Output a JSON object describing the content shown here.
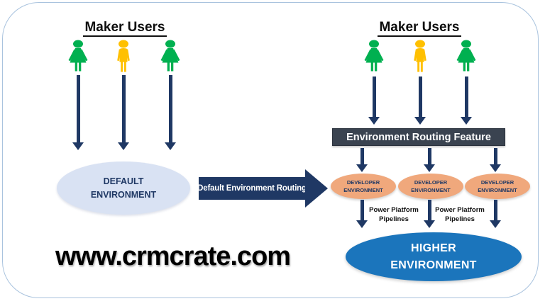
{
  "left_panel": {
    "title": "Maker Users",
    "users": [
      {
        "icon": "female-user-icon",
        "color": "#00B050"
      },
      {
        "icon": "male-user-icon",
        "color": "#FFC000"
      },
      {
        "icon": "female-user-icon",
        "color": "#00B050"
      }
    ],
    "environment_label": "DEFAULT ENVIRONMENT"
  },
  "transition_arrow": {
    "label": "Default Environment Routing"
  },
  "right_panel": {
    "title": "Maker Users",
    "users": [
      {
        "icon": "female-user-icon",
        "color": "#00B050"
      },
      {
        "icon": "male-user-icon",
        "color": "#FFC000"
      },
      {
        "icon": "female-user-icon",
        "color": "#00B050"
      }
    ],
    "routing_bar_label": "Environment Routing Feature",
    "developer_environments": [
      "DEVELOPER ENVIRONMENT",
      "DEVELOPER ENVIRONMENT",
      "DEVELOPER ENVIRONMENT"
    ],
    "pipeline_labels": [
      "Power Platform Pipelines",
      "Power Platform Pipelines"
    ],
    "higher_environment_label": "HIGHER ENVIRONMENT"
  },
  "watermark": {
    "text": "www.crmcrate.com"
  },
  "colors": {
    "arrow_navy": "#1F3864",
    "user_green": "#00B050",
    "user_yellow": "#FFC000",
    "routing_bar": "#3A4350",
    "developer_ellipse": "#F0A87C",
    "default_ellipse": "#D9E2F3",
    "higher_ellipse": "#1B75BC",
    "frame_border": "#A9C3DE"
  }
}
